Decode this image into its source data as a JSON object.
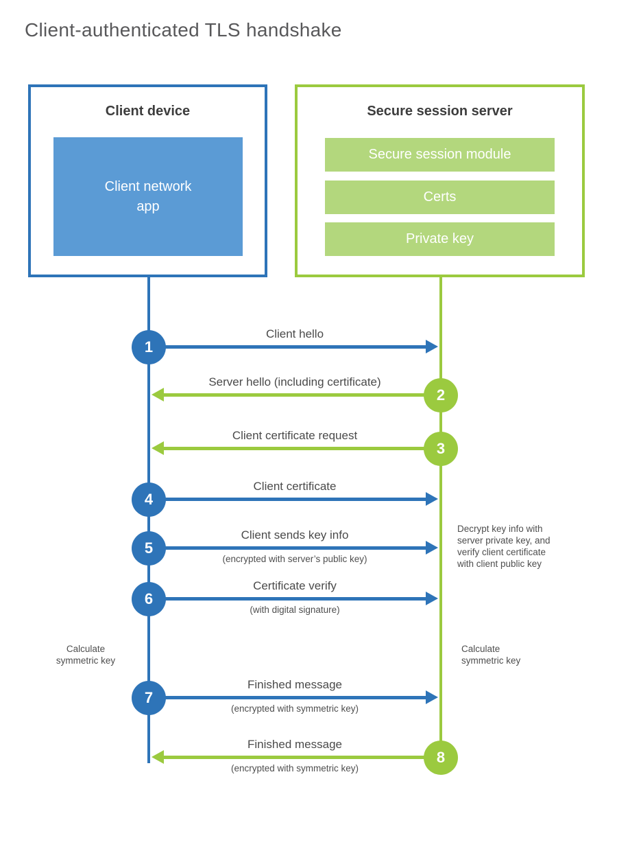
{
  "title": "Client-authenticated TLS handshake",
  "colors": {
    "blue": "#2e74b8",
    "blue-fill": "#5b9bd5",
    "green": "#9bca3f",
    "green-fill": "#b3d77d",
    "text-dark": "#3d3d3d",
    "text-gray": "#4a4a4a",
    "title-gray": "#58585a"
  },
  "client": {
    "header": "Client device",
    "app_label": "Client network\napp"
  },
  "server": {
    "header": "Secure session server",
    "modules": [
      "Secure session module",
      "Certs",
      "Private key"
    ]
  },
  "steps": [
    {
      "num": "1",
      "label": "Client hello",
      "direction": "client-to-server"
    },
    {
      "num": "2",
      "label": "Server hello (including certificate)",
      "direction": "server-to-client"
    },
    {
      "num": "3",
      "label": "Client certificate request",
      "direction": "server-to-client"
    },
    {
      "num": "4",
      "label": "Client certificate",
      "direction": "client-to-server"
    },
    {
      "num": "5",
      "label": "Client sends key info",
      "sublabel": "(encrypted with server’s public key)",
      "direction": "client-to-server"
    },
    {
      "num": "6",
      "label": "Certificate verify",
      "sublabel": "(with digital signature)",
      "direction": "client-to-server"
    },
    {
      "num": "7",
      "label": "Finished message",
      "sublabel": "(encrypted with symmetric key)",
      "direction": "client-to-server"
    },
    {
      "num": "8",
      "label": "Finished message",
      "sublabel": "(encrypted with symmetric key)",
      "direction": "server-to-client"
    }
  ],
  "notes": {
    "decrypt": "Decrypt key info with\nserver private key, and\nverify client certificate\nwith client public key",
    "calc_left": "Calculate\nsymmetric key",
    "calc_right": "Calculate\nsymmetric key"
  }
}
